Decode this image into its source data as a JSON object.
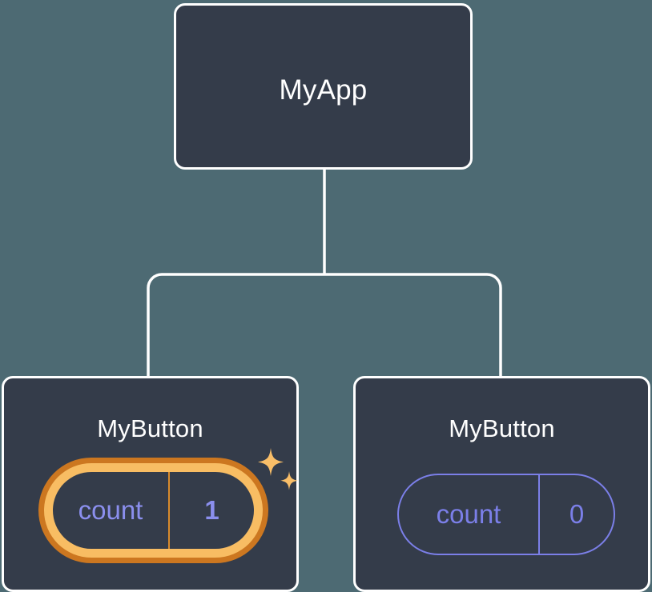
{
  "diagram": {
    "type": "component-tree",
    "background_color": "#4d6a73",
    "node_fill_color": "#343c4a",
    "node_border_color": "#ffffff",
    "state_color": "#7b7fe8",
    "highlight_outer_color": "#cc7720",
    "highlight_inner_color": "#f8bd63",
    "sparkle_color": "#f9be68",
    "root": {
      "label": "MyApp"
    },
    "children": [
      {
        "label": "MyButton",
        "state_key": "count",
        "state_value": "1",
        "highlighted": "true",
        "sparkle_icons": [
          "sparkle-large",
          "sparkle-small"
        ]
      },
      {
        "label": "MyButton",
        "state_key": "count",
        "state_value": "0",
        "highlighted": "false"
      }
    ]
  }
}
